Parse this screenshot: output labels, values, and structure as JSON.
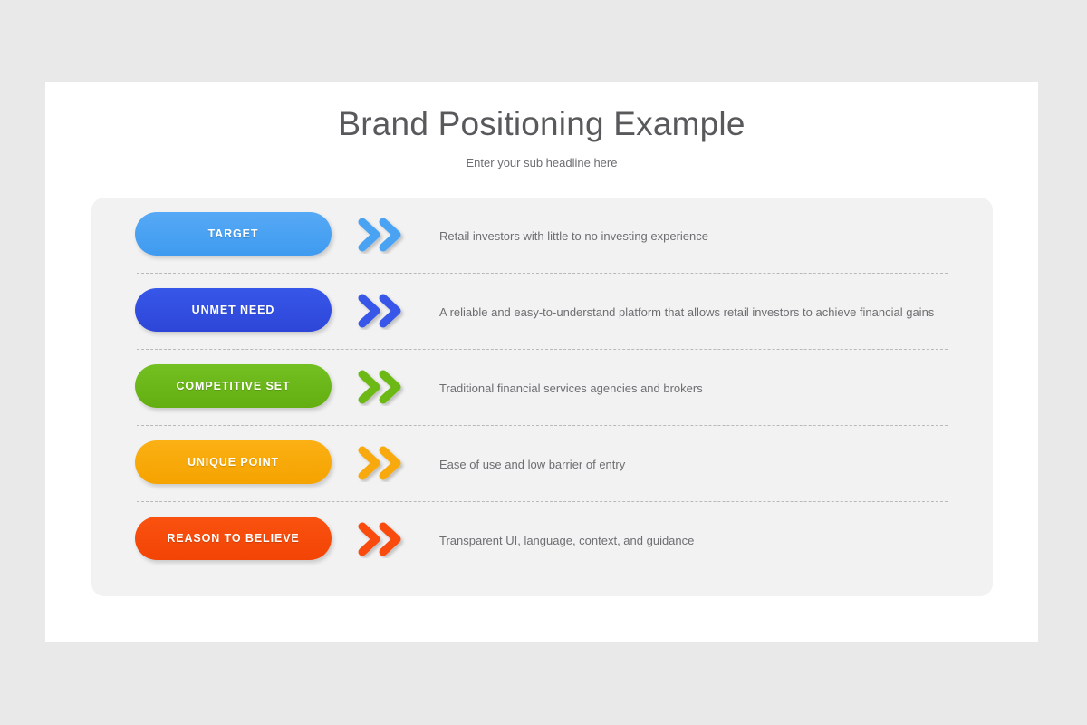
{
  "header": {
    "title": "Brand Positioning Example",
    "subtitle": "Enter your sub headline here"
  },
  "colors": {
    "slide_background": "#ffffff",
    "page_background": "#e9e9e9",
    "panel_background": "#f2f2f2",
    "title_text": "#58595b",
    "body_text": "#6d6e71",
    "divider": "#b9b9b9"
  },
  "rows": [
    {
      "label": "TARGET",
      "description": "Retail investors with little to no investing experience",
      "color": "#4aa3f2",
      "color_dark": "#3f9bf0",
      "arrow_icon": "double-chevron-right-icon"
    },
    {
      "label": "UNMET NEED",
      "description": "A reliable and easy-to-understand platform that allows retail investors to achieve financial gains",
      "color": "#3757e8",
      "color_dark": "#2d46d8",
      "arrow_icon": "double-chevron-right-icon"
    },
    {
      "label": "COMPETITIVE SET",
      "description": "Traditional financial services agencies and brokers",
      "color": "#6cb919",
      "color_dark": "#63ae10",
      "arrow_icon": "double-chevron-right-icon"
    },
    {
      "label": "UNIQUE POINT",
      "description": "Ease of use and low barrier of entry",
      "color": "#f8a907",
      "color_dark": "#f5a300",
      "arrow_icon": "double-chevron-right-icon"
    },
    {
      "label": "REASON TO BELIEVE",
      "description": "Transparent UI, language, context, and guidance",
      "color": "#f84c0a",
      "color_dark": "#f24405",
      "arrow_icon": "double-chevron-right-icon"
    }
  ]
}
